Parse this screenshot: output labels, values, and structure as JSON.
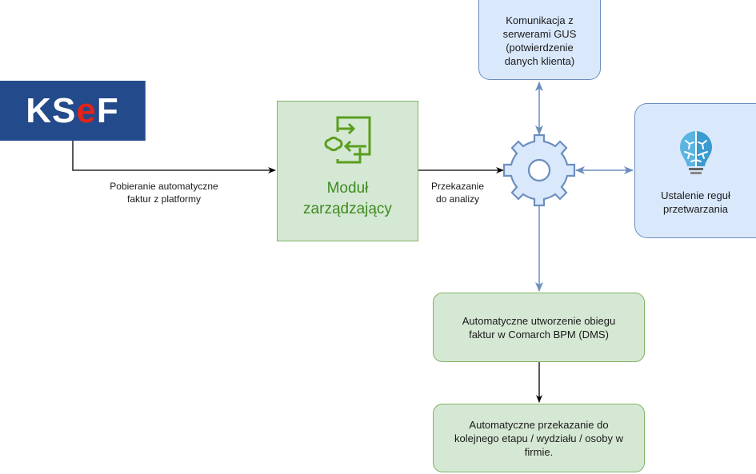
{
  "diagram": {
    "nodes": {
      "ksef": {
        "logo_parts": [
          "KS",
          "e",
          "F"
        ],
        "icon": "ksef-logo"
      },
      "module": {
        "label_lines": [
          "Moduł",
          "zarządzający"
        ],
        "icon": "integration-link-icon"
      },
      "gus": {
        "label_lines": [
          "Komunikacja z",
          "serwerami GUS",
          "(potwierdzenie",
          "danych klienta)"
        ]
      },
      "processor": {
        "icon": "gear-icon"
      },
      "rules": {
        "label_lines": [
          "Ustalenie reguł",
          "przetwarzania"
        ],
        "icon": "brain-lightbulb-icon"
      },
      "dms": {
        "label_lines": [
          "Automatyczne utworzenie obiegu",
          "faktur w Comarch BPM (DMS)"
        ]
      },
      "forward": {
        "label_lines": [
          "Automatyczne przekazanie do",
          "kolejnego etapu / wydziału / osoby w",
          "firmie."
        ]
      }
    },
    "edges": {
      "ksef_to_module": {
        "label_lines": [
          "Pobieranie automatyczne",
          "faktur z platformy"
        ]
      },
      "module_to_processor": {
        "label_lines": [
          "Przekazanie",
          "do analizy"
        ]
      },
      "gus_processor": {
        "label": ""
      },
      "processor_rules": {
        "label": ""
      },
      "processor_to_dms": {
        "label": ""
      },
      "dms_to_forward": {
        "label": ""
      }
    },
    "colors": {
      "ksef_bg": "#234a8a",
      "ksef_accent": "#e2231a",
      "green_fill": "#d5e8d4",
      "green_stroke": "#82b366",
      "green_text": "#3d8a1f",
      "blue_fill": "#dae8fc",
      "blue_stroke": "#6c8ebf"
    }
  }
}
